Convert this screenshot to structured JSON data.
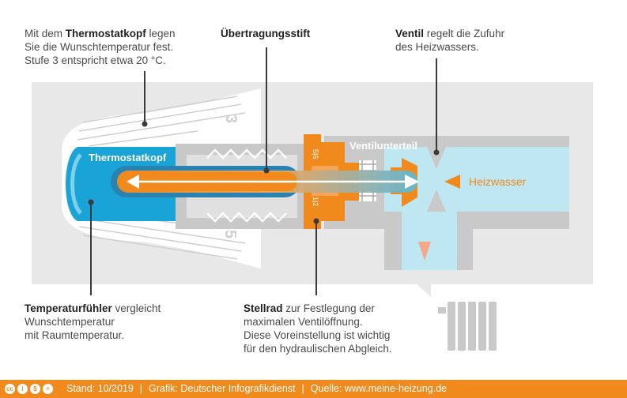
{
  "callouts": {
    "thermostatkopf": {
      "bold": "Thermostatkopf",
      "pre": "Mit dem ",
      "post": " legen",
      "line2": "Sie die Wunschtemperatur fest.",
      "line3": "Stufe 3 entspricht etwa 20 °C."
    },
    "uebertragungsstift": {
      "bold": "Übertragungsstift"
    },
    "ventil": {
      "bold": "Ventil",
      "post": " regelt die Zufuhr",
      "line2": "des Heizwassers."
    },
    "temperaturfuehler": {
      "bold": "Temperaturfühler",
      "post": " vergleicht",
      "line2": "Wunschtemperatur",
      "line3": "mit Raumtemperatur."
    },
    "stellrad": {
      "bold": "Stellrad",
      "post": " zur Festlegung der",
      "line2": "maximalen Ventilöffnung.",
      "line3": "Diese Voreinstellung ist wichtig",
      "line4": "für den hydraulischen Abgleich."
    }
  },
  "labels": {
    "thermostatkopf": "Thermostatkopf",
    "ventilunterteil": "Ventilunterteil",
    "heizwasser": "Heizwasser",
    "dial_3": "3",
    "dial_5": "5",
    "stellrad_top": "5|6",
    "stellrad_bottom": "1|2"
  },
  "colors": {
    "accent_orange": "#f08a1c",
    "thermo_blue": "#1aa3d6",
    "water_blue": "#bfe7f1",
    "grey": "#c8c8c8",
    "dark_grey": "#a9a9a9"
  },
  "footer": {
    "license_icons": [
      "cc-icon",
      "by-icon",
      "nc-icon",
      "nd-icon"
    ],
    "stand": "Stand: 10/2019",
    "grafik": "Grafik: Deutscher Infografikdienst",
    "quelle": "Quelle: www.meine-heizung.de",
    "separator": "|"
  }
}
